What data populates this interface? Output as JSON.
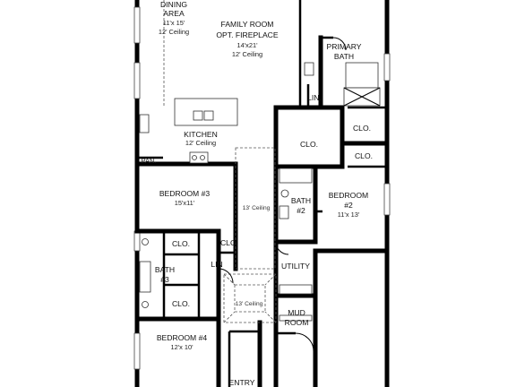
{
  "rooms": {
    "dining": {
      "name_line1": "DINING",
      "name_line2": "AREA",
      "dims": "11'x 15'",
      "ceiling": "12' Ceiling"
    },
    "family": {
      "name": "FAMILY ROOM",
      "option": "OPT. FIREPLACE",
      "dims": "14'x21'",
      "ceiling": "12' Ceiling"
    },
    "primary_bath": {
      "name_line1": "PRIMARY",
      "name_line2": "BATH"
    },
    "kitchen": {
      "name": "KITCHEN",
      "ceiling": "12' Ceiling"
    },
    "pantry": {
      "name": "PAN."
    },
    "bedroom3": {
      "name": "BEDROOM #3",
      "dims": "15'x11'"
    },
    "hall_ceiling_upper": {
      "text": "13' Ceiling"
    },
    "hall_ceiling_lower": {
      "text": "13' Ceiling"
    },
    "bath2": {
      "name_line1": "BATH",
      "name_line2": "#2"
    },
    "bedroom2": {
      "name_line1": "BEDROOM",
      "name_line2": "#2",
      "dims": "11'x 13'"
    },
    "bath3": {
      "name_line1": "BATH",
      "name_line2": "#3"
    },
    "utility": {
      "name": "UTILITY"
    },
    "mud_room": {
      "name_line1": "MUD",
      "name_line2": "ROOM"
    },
    "bedroom4": {
      "name": "BEDROOM #4",
      "dims": "12'x 10'"
    },
    "entry": {
      "name": "ENTRY"
    },
    "lin_upper": {
      "name": "LIN."
    },
    "lin_lower": {
      "name": "LIN"
    },
    "closets": {
      "primary_main": "CLO.",
      "primary_right": "CLO.",
      "primary_right_lower": "CLO.",
      "bath3_upper": "CLO.",
      "bath3_lower": "CLO.",
      "hall": "CLO."
    }
  }
}
